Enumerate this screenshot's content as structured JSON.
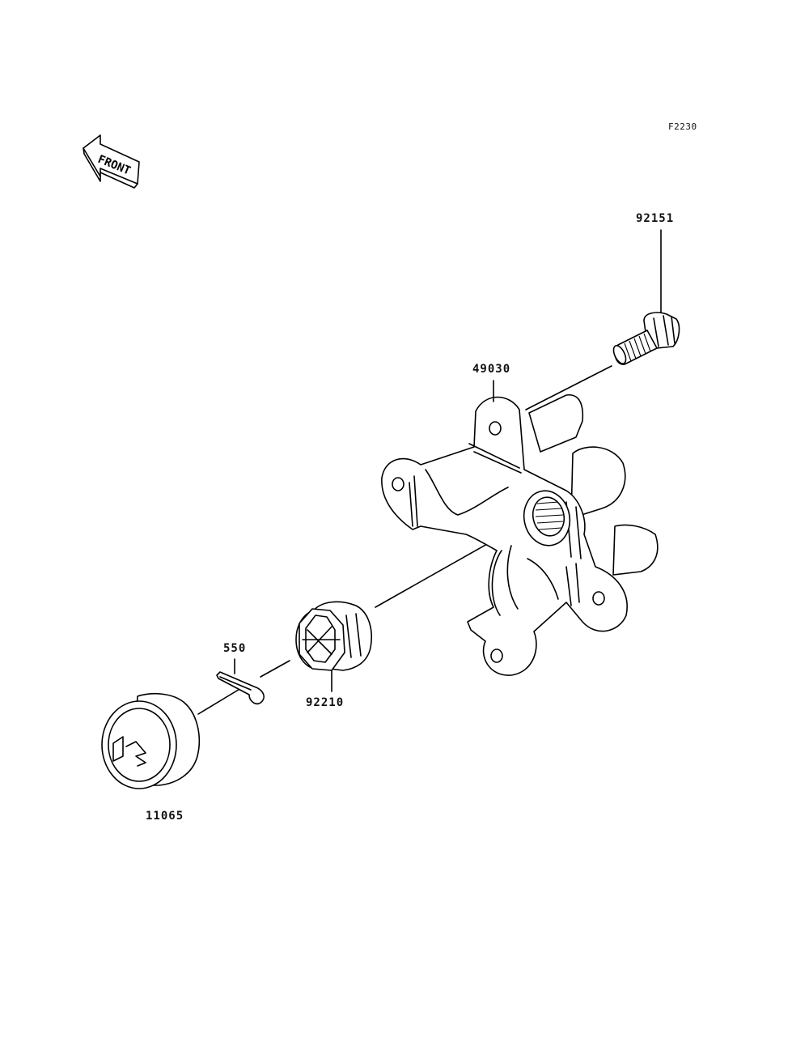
{
  "figure_code": "F2230",
  "front_arrow_text": "FRONT",
  "parts": [
    {
      "id": "92151",
      "name": "bolt"
    },
    {
      "id": "49030",
      "name": "hub"
    },
    {
      "id": "550",
      "name": "cotter-pin"
    },
    {
      "id": "92210",
      "name": "castle-nut"
    },
    {
      "id": "11065",
      "name": "cap"
    }
  ],
  "colors": {
    "line": "#000000",
    "background": "#ffffff"
  }
}
